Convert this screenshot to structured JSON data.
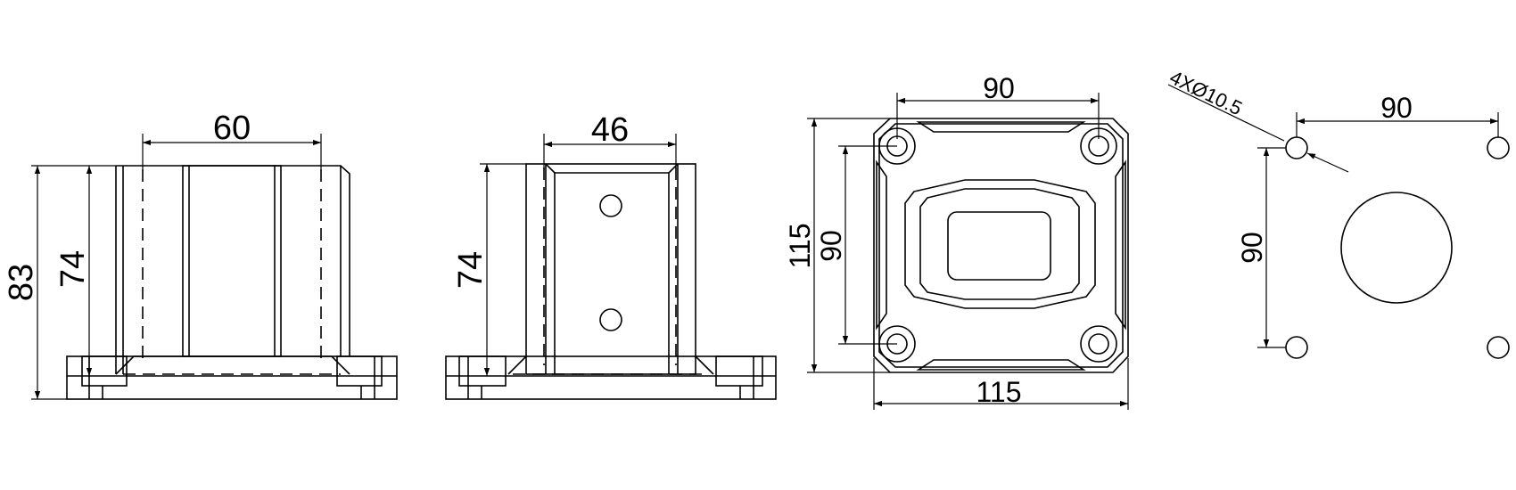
{
  "drawing": {
    "line_color": "#000000",
    "background": "#ffffff",
    "front_view": {
      "width_dim": "60",
      "total_height_dim": "83",
      "inner_height_dim": "74"
    },
    "side_view": {
      "width_dim": "46",
      "inner_height_dim": "74"
    },
    "top_view": {
      "hole_spacing_x_dim": "90",
      "hole_spacing_y_dim": "90",
      "outer_height_dim": "115",
      "outer_width_dim": "115"
    },
    "hole_pattern": {
      "hole_note": "4XØ10.5",
      "spacing_x_dim": "90",
      "spacing_y_dim": "90"
    }
  }
}
